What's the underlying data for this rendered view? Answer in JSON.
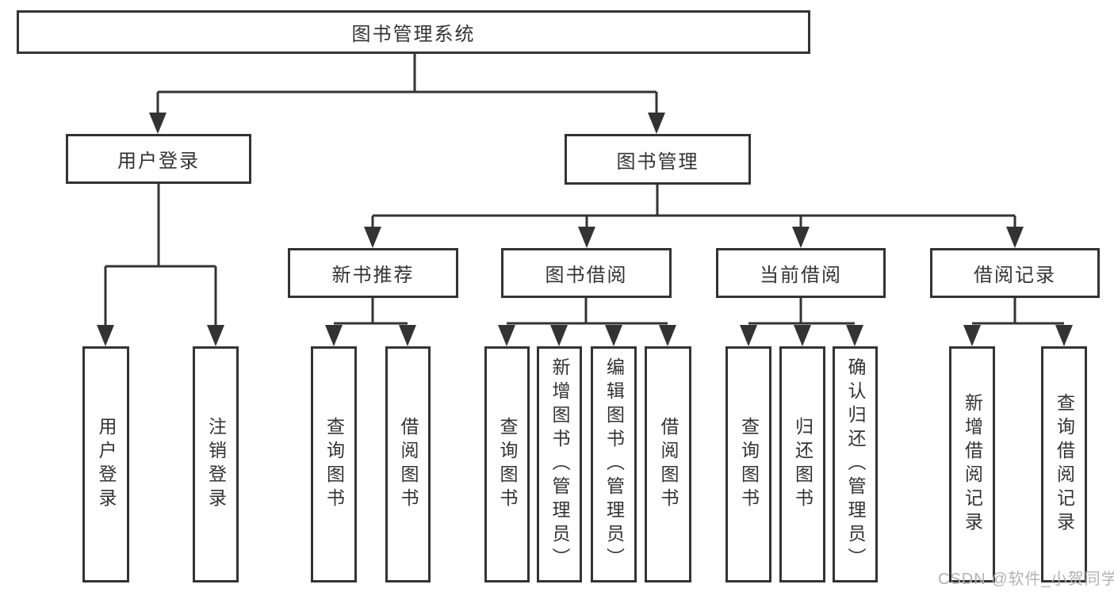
{
  "diagram": {
    "root": {
      "label": "图书管理系统"
    },
    "user_login": {
      "label": "用户登录",
      "leaves": [
        {
          "label": "用户登录"
        },
        {
          "label": "注销登录"
        }
      ]
    },
    "book_management": {
      "label": "图书管理",
      "children": [
        {
          "label": "新书推荐",
          "leaves": [
            {
              "label": "查询图书"
            },
            {
              "label": "借阅图书"
            }
          ]
        },
        {
          "label": "图书借阅",
          "leaves": [
            {
              "label": "查询图书"
            },
            {
              "label": "新增图书（管理员）"
            },
            {
              "label": "编辑图书（管理员）"
            },
            {
              "label": "借阅图书"
            }
          ]
        },
        {
          "label": "当前借阅",
          "leaves": [
            {
              "label": "查询图书"
            },
            {
              "label": "归还图书"
            },
            {
              "label": "确认归还（管理员）"
            }
          ]
        },
        {
          "label": "借阅记录",
          "leaves": [
            {
              "label": "新增借阅记录"
            },
            {
              "label": "查询借阅记录"
            }
          ]
        }
      ]
    }
  },
  "watermark": {
    "text": "CSDN @软件_小贺同学"
  },
  "colors": {
    "line": "#333333",
    "text": "#333333",
    "box_background": "#ffffff",
    "watermark": "#b2b2b2",
    "background": "#ffffff"
  }
}
